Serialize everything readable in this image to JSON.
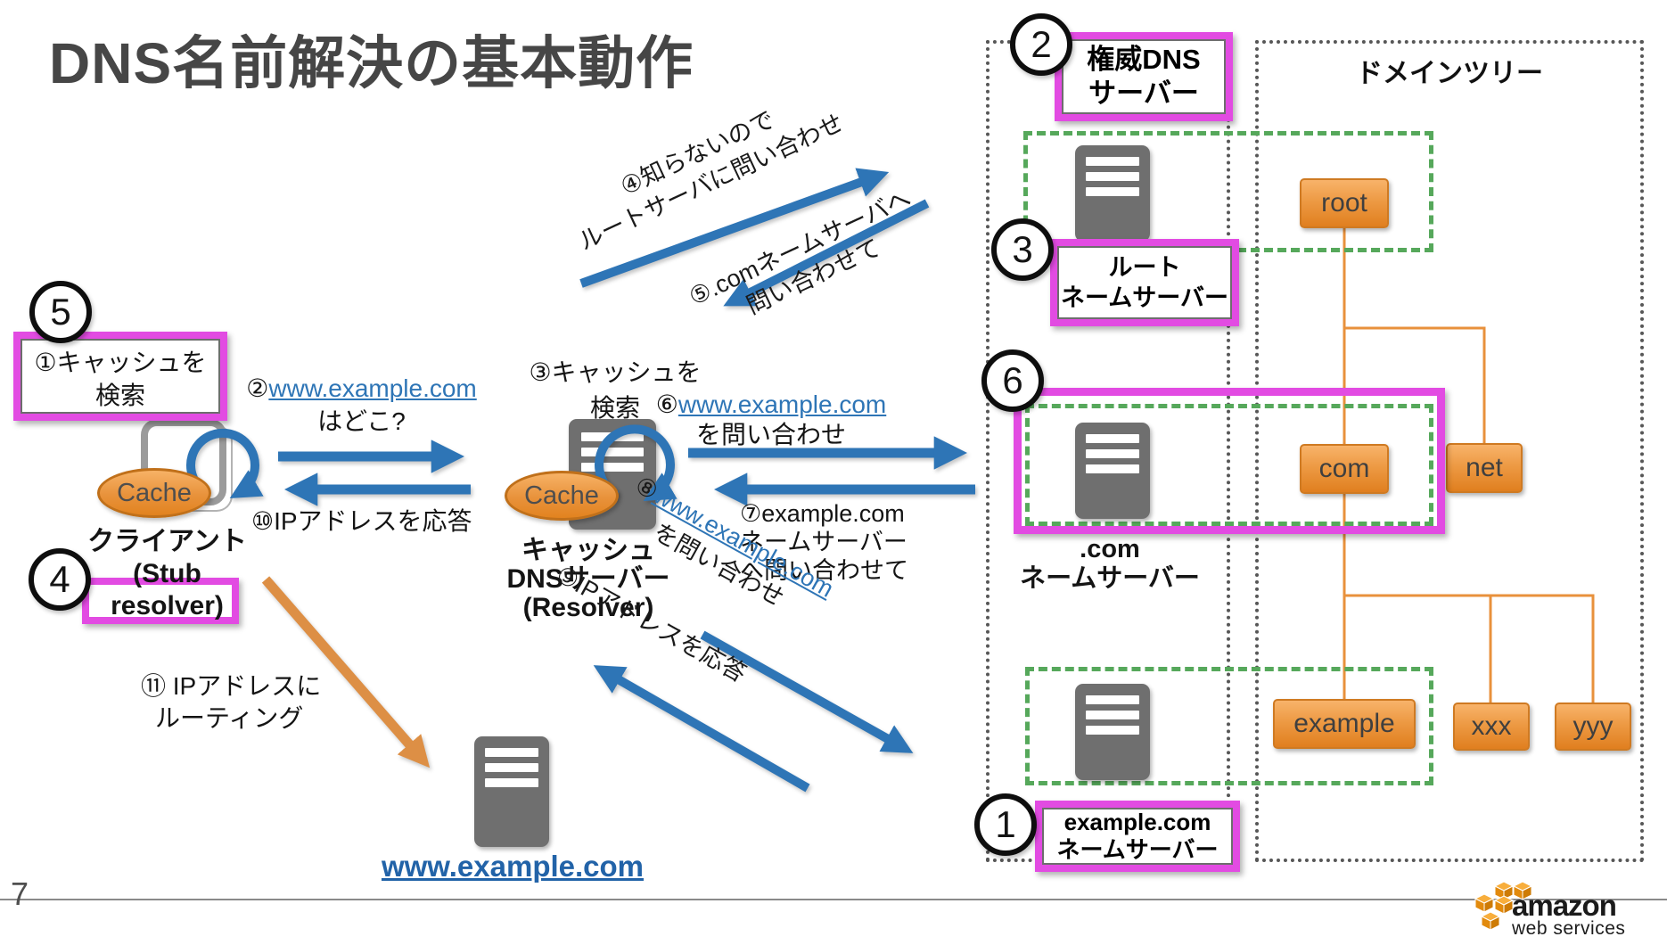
{
  "title": "DNS名前解決の基本動作",
  "page_number": "7",
  "colors": {
    "magenta_highlight": "#E24BE2",
    "arrow_blue": "#2E75B6",
    "link_blue": "#2E75B6",
    "green_dashed": "#56A85B",
    "node_orange": "#ED9A44",
    "server_gray": "#6F6F6F",
    "routing_arrow_orange": "#DD8F45"
  },
  "badges": {
    "b1": "1",
    "b2": "2",
    "b3": "3",
    "b4": "4",
    "b5": "5",
    "b6": "6"
  },
  "client": {
    "cache": "Cache",
    "line1": "クライアント",
    "line2": "(Stub",
    "line3": "resolver)"
  },
  "resolver": {
    "cache": "Cache",
    "line1": "キャッシュ",
    "line2": "DNSサーバー",
    "line3": "(Resolver)"
  },
  "auth": {
    "header_line1": "権威DNS",
    "header_line2": "サーバー",
    "root_line1": "ルート",
    "root_line2": "ネームサーバー",
    "com_line1": ".com",
    "com_line2": "ネームサーバー",
    "example_line1": "example.com",
    "example_line2": "ネームサーバー"
  },
  "tree": {
    "header": "ドメインツリー",
    "root": "root",
    "com": "com",
    "net": "net",
    "example": "example",
    "xxx": "xxx",
    "yyy": "yyy"
  },
  "www_server": {
    "label": "www.example.com"
  },
  "steps": {
    "s1a": "①キャッシュを",
    "s1b": "検索",
    "s2_prefix": "②",
    "s2_link": "www.example.com",
    "s2b": "はどこ?",
    "s3a": "③キャッシュを",
    "s3b": "検索",
    "s4a": "④知らないので",
    "s4b": "ルートサーバに問い合わせ",
    "s5a": "⑤.comネームサーバへ",
    "s5b": "問い合わせて",
    "s6_prefix": "⑥",
    "s6_link": "www.example.com",
    "s6b": "を問い合わせ",
    "s7a": "⑦example.com",
    "s7b": "ネームサーバー",
    "s7c": "へ問い合わせて",
    "s8_prefix": "⑧",
    "s8_link": "www.example.com",
    "s8b": "を問い合わせ",
    "s9": "⑨IPアドレスを応答",
    "s10": "⑩IPアドレスを応答",
    "s11a": "⑪ IPアドレスに",
    "s11b": "ルーティング"
  },
  "logo": {
    "line1": "amazon",
    "line2": "web services"
  }
}
